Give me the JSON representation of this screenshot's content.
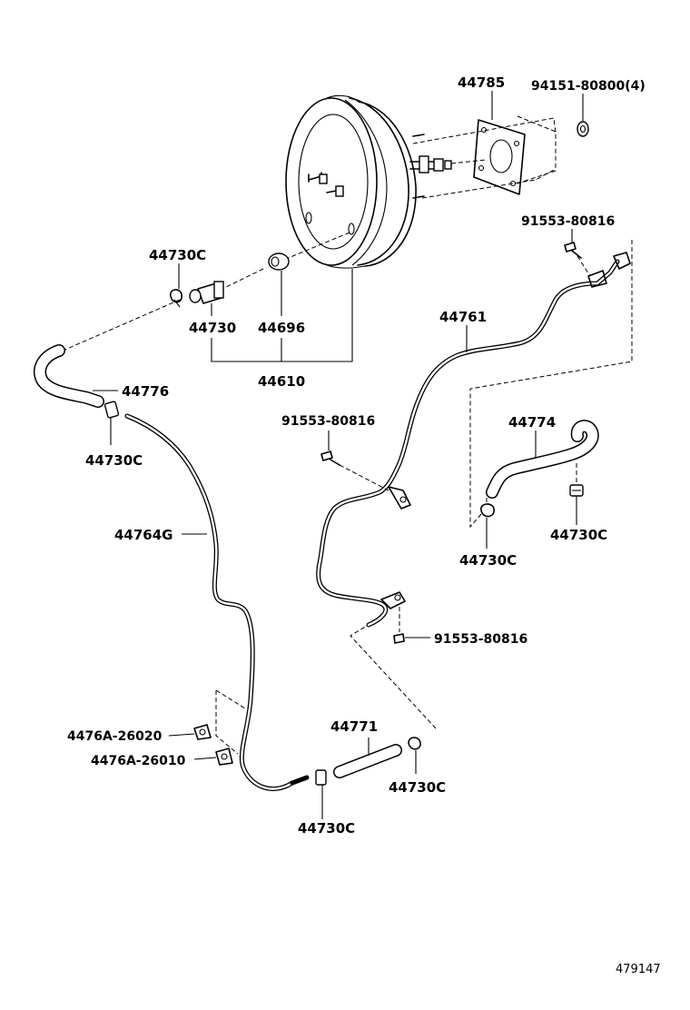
{
  "diagram": {
    "labels": {
      "p44785": "44785",
      "p94151": "94151-80800(4)",
      "p91553_top": "91553-80816",
      "p44730C_a": "44730C",
      "p44730": "44730",
      "p44696": "44696",
      "p44610": "44610",
      "p44761": "44761",
      "p44776": "44776",
      "p44730C_b": "44730C",
      "p91553_mid": "91553-80816",
      "p44774": "44774",
      "p44764G": "44764G",
      "p44730C_c": "44730C",
      "p44730C_d": "44730C",
      "p91553_low": "91553-80816",
      "p4476A_26020": "4476A-26020",
      "p4476A_26010": "4476A-26010",
      "p44771": "44771",
      "p44730C_e": "44730C",
      "p44730C_f": "44730C"
    },
    "footer_code": "479147"
  }
}
